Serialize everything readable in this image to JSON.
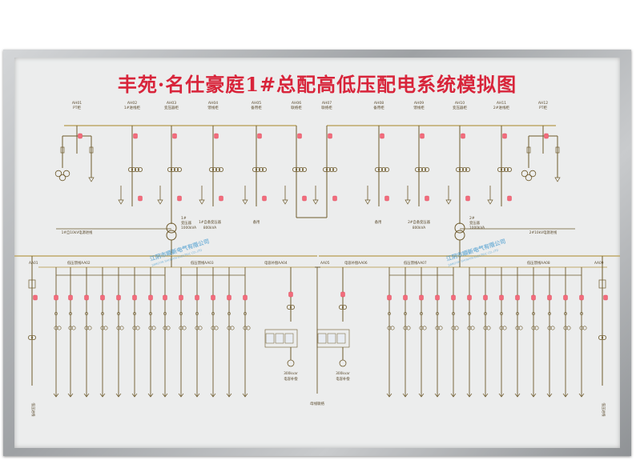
{
  "title": "丰苑·名仕豪庭1#总配高低压配电系统模拟图",
  "colors": {
    "title": "#d8243a",
    "bus": "#bfa96a",
    "line": "#6e5a2c",
    "lamp_red": "#f26c7c",
    "text": "#5b4b2e",
    "watermark": "#1e86c8"
  },
  "hv_cabinets": [
    {
      "id": "AH01",
      "name": "PT柜"
    },
    {
      "id": "AH02",
      "name": "1#进线柜"
    },
    {
      "id": "AH03",
      "name": "变压器柜"
    },
    {
      "id": "AH04",
      "name": "馈线柜"
    },
    {
      "id": "AH05",
      "name": "备用柜"
    },
    {
      "id": "AH06",
      "name": "联络柜"
    },
    {
      "id": "AH07",
      "name": "联络柜"
    },
    {
      "id": "AH08",
      "name": "备用柜"
    },
    {
      "id": "AH09",
      "name": "馈线柜"
    },
    {
      "id": "AH10",
      "name": "变压器柜"
    },
    {
      "id": "AH11",
      "name": "2#进线柜"
    },
    {
      "id": "AH12",
      "name": "PT柜"
    }
  ],
  "transformers": [
    {
      "id": "1#",
      "label": "变压器",
      "capacity": "1000kVA"
    },
    {
      "id": "2#",
      "label": "变压器",
      "capacity": "1000kVA"
    }
  ],
  "feeder_notes": {
    "left_transformer": "1#自备变压器",
    "left_capacity": "800kVA",
    "left_spare": "备用",
    "right_spare": "备用",
    "right_transformer": "2#自备变压器",
    "right_capacity": "800kVA"
  },
  "incoming_lines": {
    "left": "1#自10kV电源进线",
    "right": "2#10kV电源进线"
  },
  "lv_sections": {
    "ln1": "AA01",
    "left_feeders": "低压馈线AA02",
    "left_center": "低压馈线AA03",
    "left_cap": "电容补偿AA04",
    "mid": "AA05",
    "right_cap": "电容补偿AA06",
    "right_center": "低压馈线AA07",
    "right_feeders": "低压馈线AA08",
    "ln9": "AA09"
  },
  "capacitor_bank": "300kvar",
  "capacitor_note": "电容补偿",
  "bus_tie": "母线联络",
  "left_incomer": "低压进线",
  "right_incomer": "低压进线",
  "watermark": "江阴市顺新电气有限公司",
  "watermark_en": "JIANGYIN SHUNXIN ELECTRIC CO.,LTD"
}
